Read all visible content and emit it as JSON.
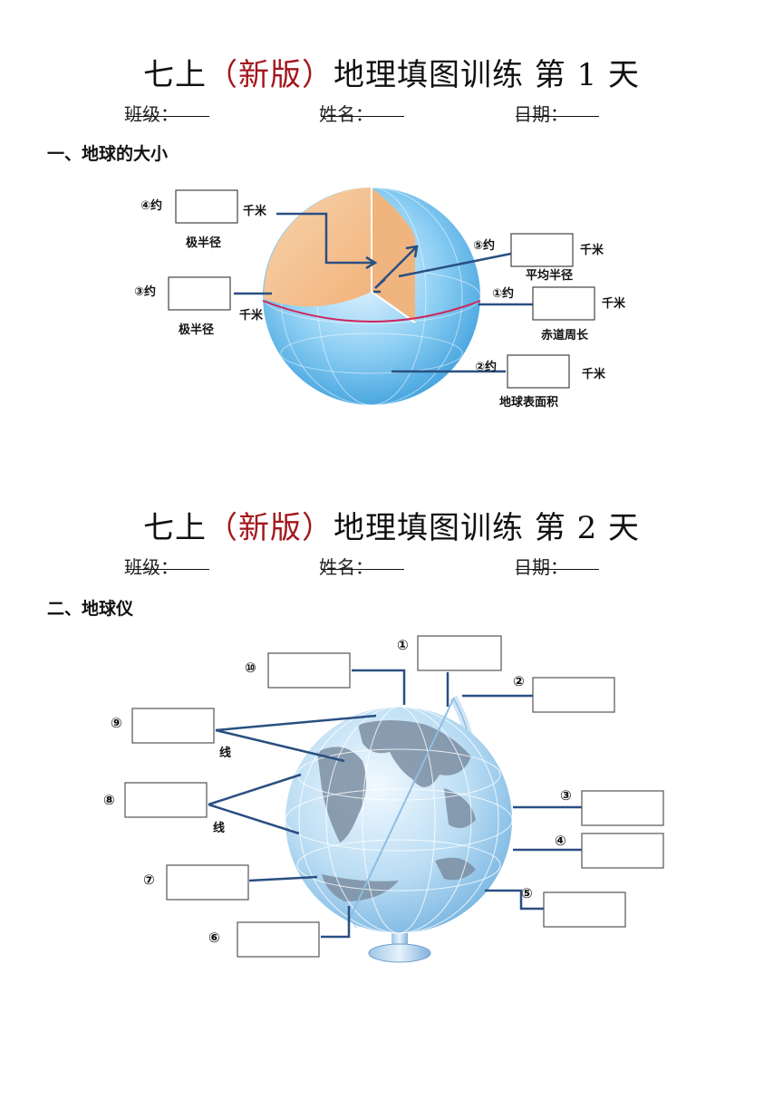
{
  "day1": {
    "title_prefix": "七上",
    "title_red": "（新版）",
    "title_suffix": "地理填图训练 第 1 天",
    "class_label": "班级：",
    "name_label": "姓名：",
    "date_label": "日期：",
    "section": "一、地球的大小",
    "labels": {
      "n4": "④约",
      "n3": "③约",
      "n5": "⑤约",
      "n1": "①约",
      "n2": "②约",
      "km": "千米",
      "polar_radius": "极半径",
      "mean_radius": "平均半径",
      "equator_circ": "赤道周长",
      "surface_area": "地球表面积"
    }
  },
  "day2": {
    "title_prefix": "七上",
    "title_red": "（新版）",
    "title_suffix": "地理填图训练 第 2 天",
    "class_label": "班级：",
    "name_label": "姓名：",
    "date_label": "日期：",
    "section": "二、地球仪",
    "labels": {
      "n1": "①",
      "n2": "②",
      "n3": "③",
      "n4": "④",
      "n5": "⑤",
      "n6": "⑥",
      "n7": "⑦",
      "n8": "⑧",
      "n9": "⑨",
      "n10": "⑩",
      "line": "线"
    }
  },
  "colors": {
    "title_red": "#a3161b",
    "globe_blue": "#5fb7ea",
    "cutaway_orange": "#f6c28e",
    "equator_red": "#d0245a",
    "leader_blue": "#2a4f82"
  }
}
